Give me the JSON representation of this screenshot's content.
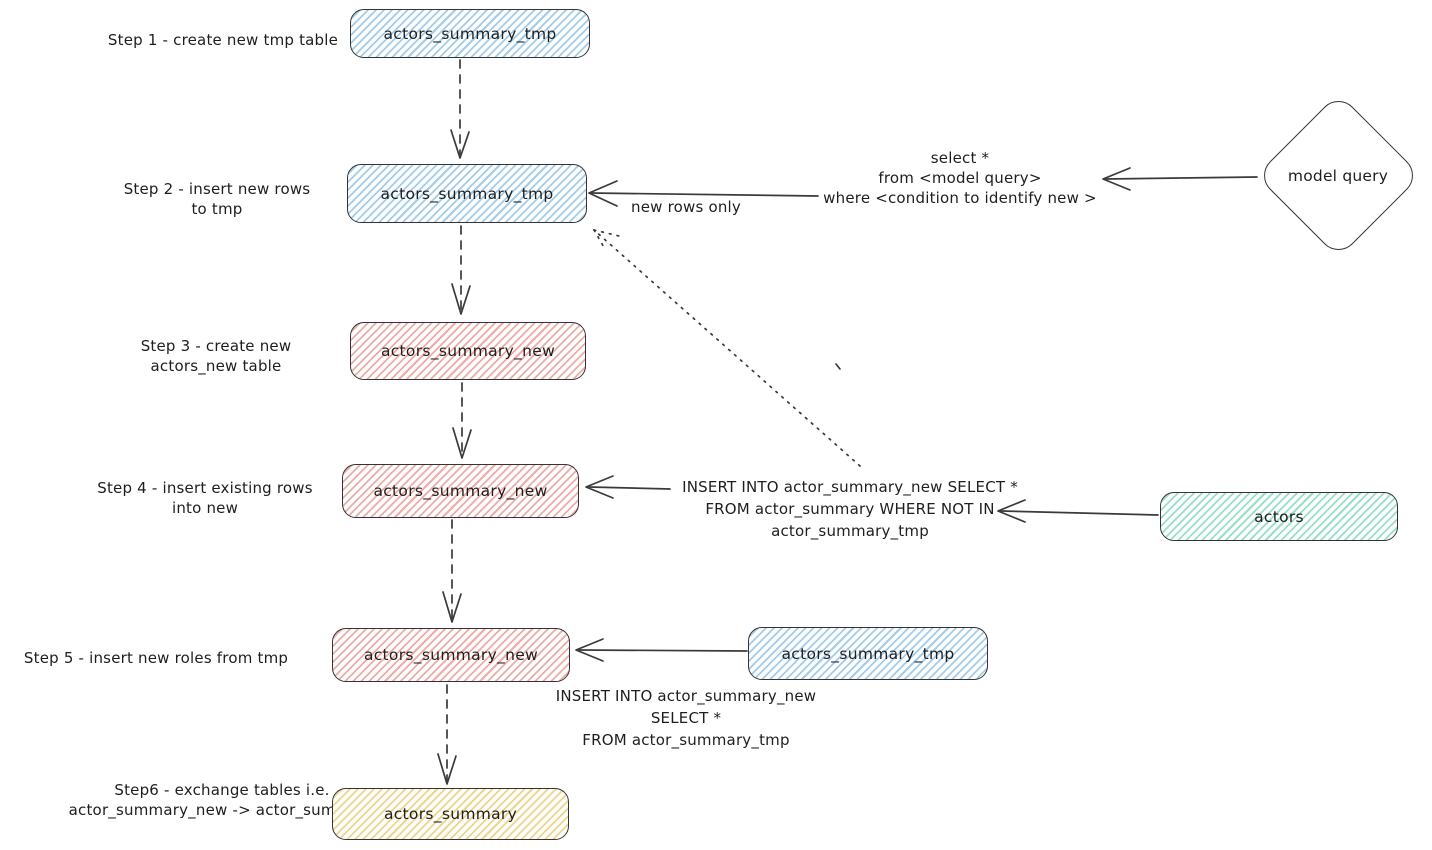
{
  "colors": {
    "background": "#ffffff",
    "stroke": "#343434",
    "line": "#3a3a3a",
    "text": "#1e1e1e",
    "blue_hatch": "#9fccf1",
    "red_hatch": "#f6a8a2",
    "green_hatch": "#93e2c7",
    "yellow_hatch": "#f4d386"
  },
  "steps": {
    "step1": {
      "label": "Step 1 - create new tmp table",
      "node": "actors_summary_tmp"
    },
    "step2": {
      "label_line1": "Step 2 - insert new rows",
      "label_line2": "to tmp",
      "node": "actors_summary_tmp"
    },
    "step3": {
      "label_line1": "Step 3 - create new",
      "label_line2": "actors_new table",
      "node": "actors_summary_new"
    },
    "step4": {
      "label_line1": "Step 4 - insert existing rows",
      "label_line2": "into new",
      "node": "actors_summary_new"
    },
    "step5": {
      "label": "Step 5 - insert new roles from tmp",
      "node": "actors_summary_new",
      "source_node": "actors_summary_tmp"
    },
    "step6": {
      "label_line1": "Step6 - exchange tables i.e.",
      "label_line2": "actor_summary_new -> actor_summary",
      "node": "actors_summary"
    }
  },
  "sources": {
    "model_query": "model query",
    "actors": "actors"
  },
  "annotations": {
    "new_rows_only": "new rows only",
    "model_query_sql": {
      "line1": "select *",
      "line2": "from <model query>",
      "line3": "where <condition to identify new >"
    },
    "step4_sql": {
      "line1": "INSERT INTO actor_summary_new SELECT *",
      "line2": "FROM actor_summary WHERE NOT IN",
      "line3": "actor_summary_tmp"
    },
    "step5_sql": {
      "line1": "INSERT INTO actor_summary_new",
      "line2": "SELECT *",
      "line3": "FROM actor_summary_tmp"
    }
  }
}
